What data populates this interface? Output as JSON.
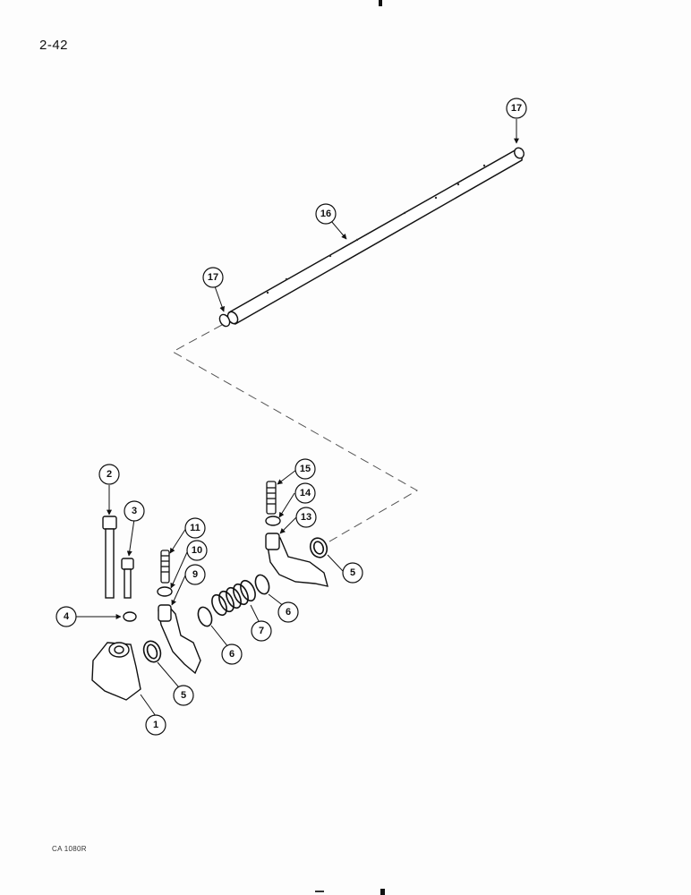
{
  "page_number": "2-42",
  "figure_code": "CA 1080R",
  "callouts": [
    {
      "id": "1",
      "label": "1"
    },
    {
      "id": "2",
      "label": "2"
    },
    {
      "id": "3",
      "label": "3"
    },
    {
      "id": "4",
      "label": "4"
    },
    {
      "id": "5a",
      "label": "5"
    },
    {
      "id": "5b",
      "label": "5"
    },
    {
      "id": "6a",
      "label": "6"
    },
    {
      "id": "6b",
      "label": "6"
    },
    {
      "id": "7",
      "label": "7"
    },
    {
      "id": "9",
      "label": "9"
    },
    {
      "id": "10",
      "label": "10"
    },
    {
      "id": "11",
      "label": "11"
    },
    {
      "id": "13",
      "label": "13"
    },
    {
      "id": "14",
      "label": "14"
    },
    {
      "id": "15",
      "label": "15"
    },
    {
      "id": "16",
      "label": "16"
    },
    {
      "id": "17a",
      "label": "17"
    },
    {
      "id": "17b",
      "label": "17"
    }
  ]
}
